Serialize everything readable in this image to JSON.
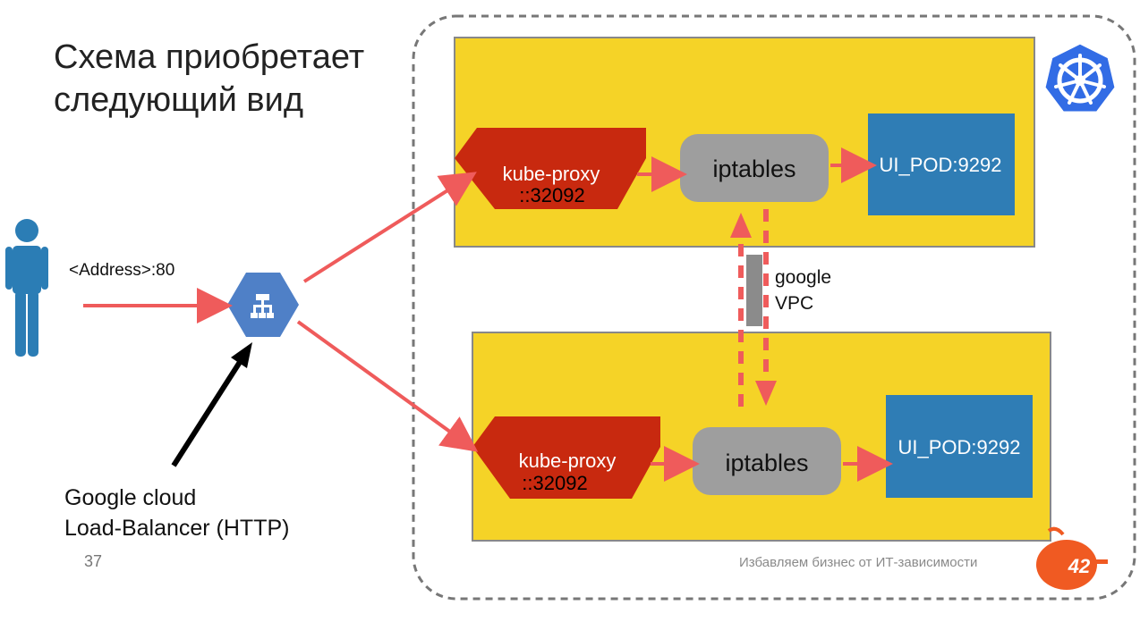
{
  "title": "Схема приобретает\nследующий вид",
  "client": {
    "address_label": "<Address>:80"
  },
  "load_balancer": {
    "caption": "Google cloud\nLoad-Balancer (HTTP)"
  },
  "vpc_label": "google\n VPC",
  "nodes": [
    {
      "proxy_label": "kube-proxy",
      "proxy_port": "::32092",
      "iptables_label": "iptables",
      "pod_label": "UI_POD:9292"
    },
    {
      "proxy_label": "kube-proxy",
      "proxy_port": "::32092",
      "iptables_label": "iptables",
      "pod_label": "UI_POD:9292"
    }
  ],
  "footer": {
    "page_number": "37",
    "tagline": "Избавляем бизнес от ИТ-зависимости",
    "logo_text": "42"
  },
  "icons": {
    "kubernetes": "kubernetes-icon",
    "person": "person-icon",
    "load_balancer": "load-balancer-icon",
    "logo": "company-logo"
  },
  "colors": {
    "node_fill": "#f5d327",
    "pod_fill": "#2f7db5",
    "proxy_fill": "#c8290f",
    "iptables_fill": "#9e9e9e",
    "arrow": "#ef5b5b",
    "k8s_blue": "#326ce5",
    "lb_blue": "#4f80c7",
    "person": "#2b7db5",
    "logo_orange": "#f05a22"
  }
}
